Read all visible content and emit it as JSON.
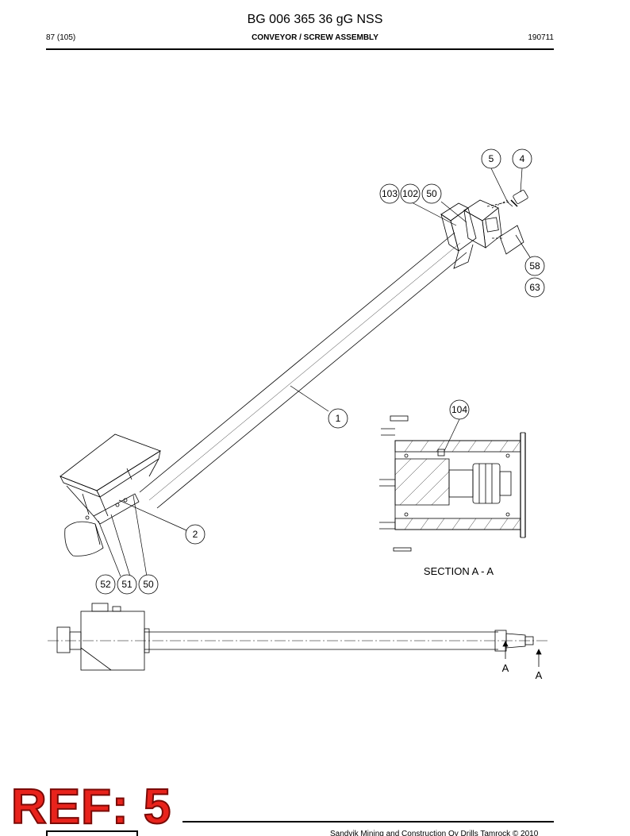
{
  "header": {
    "doc_number": "BG 006 365 36 gG NSS",
    "page": "87 (105)",
    "section_title": "CONVEYOR / SCREW ASSEMBLY",
    "date_code": "190711"
  },
  "callouts": {
    "c1": "1",
    "c2": "2",
    "c4": "4",
    "c5": "5",
    "c50a": "50",
    "c50b": "50",
    "c51": "51",
    "c52": "52",
    "c58": "58",
    "c63": "63",
    "c102": "102",
    "c103": "103",
    "c104": "104"
  },
  "section_label": "SECTION A - A",
  "cut_marks": {
    "left": "A",
    "right": "A"
  },
  "ref_stamp": "REF: 5",
  "footer": {
    "copyright": "Sandvik Mining and Construction Oy Drills Tamrock © 2010"
  },
  "colors": {
    "stamp_fill": "#e8231c",
    "stamp_outline": "#7a0a06",
    "line": "#000000"
  }
}
